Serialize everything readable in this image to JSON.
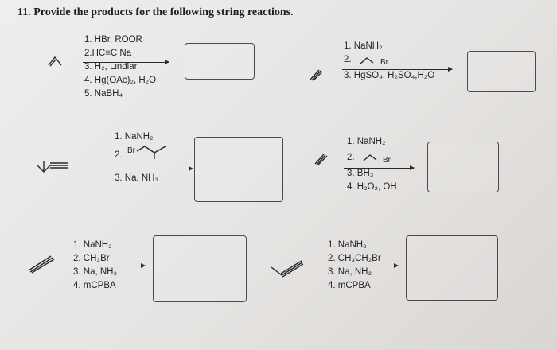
{
  "title": "11. Provide the products for the following string reactions.",
  "reactions": [
    {
      "conditions": [
        "1. HBr, ROOR",
        "2.HC≡C Na",
        "3. H₂, Lindlar",
        "4. Hg(OAc)₂, H₂O",
        "5. NaBH₄"
      ]
    },
    {
      "conditions": [
        "1. NaNH₂",
        "2.",
        "3. HgSO₄, H₂SO₄,H₂O"
      ],
      "reagent_label": "Br"
    },
    {
      "conditions": [
        "1. NaNH₂",
        "2.",
        "3. Na, NH₃"
      ],
      "reagent_label": "Br"
    },
    {
      "conditions": [
        "1. NaNH₂",
        "2.",
        "3. BH₃",
        "4. H₂O₂, OH⁻"
      ],
      "reagent_label": "Br"
    },
    {
      "conditions": [
        "1. NaNH₂",
        "2. CH₃Br",
        "3. Na, NH₃",
        "4. mCPBA"
      ]
    },
    {
      "conditions": [
        "1. NaNH₂",
        "2. CH₃CH₂Br",
        "3. Na, NH₃",
        "4. mCPBA"
      ]
    }
  ]
}
